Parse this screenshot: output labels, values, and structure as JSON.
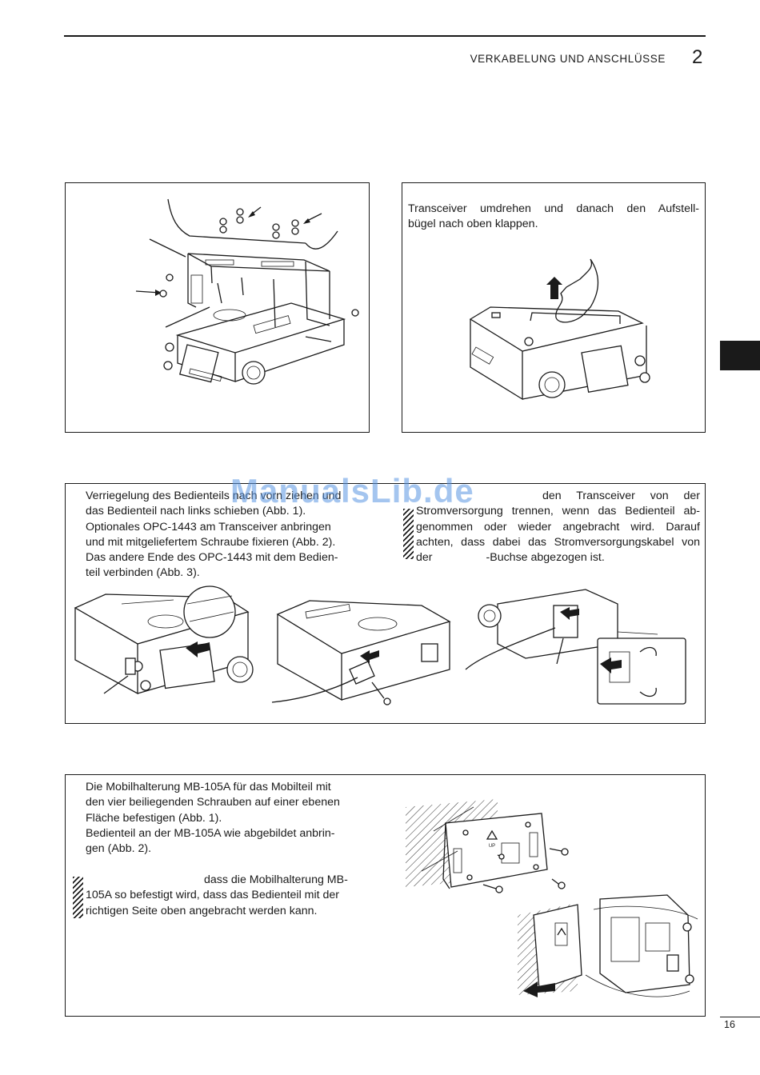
{
  "header": {
    "section_title": "VERKABELUNG UND ANSCHLÜSSE",
    "chapter_number": "2"
  },
  "box_top_right": {
    "lines": [
      "Transceiver umdrehen und danach den Aufstell-",
      "bügel nach oben klappen."
    ]
  },
  "box_middle": {
    "left_lines": [
      "Verriegelung des Bedienteils nach vorn ziehen und",
      "das Bedienteil nach links schieben (Abb. 1).",
      "Optionales OPC-1443 am Transceiver anbringen",
      "und mit mitgeliefertem Schraube fixieren (Abb. 2).",
      "Das andere Ende des OPC-1443 mit dem Bedien-",
      "teil verbinden (Abb. 3)."
    ],
    "right_lines": [
      "den Transceiver von der",
      "Stromversorgung trennen, wenn das Bedienteil ab-",
      "genommen oder wieder angebracht wird. Darauf",
      "achten, dass dabei das Stromversorgungskabel von",
      "der",
      "-Buchse abgezogen ist."
    ]
  },
  "box_bottom": {
    "lines": [
      "Die Mobilhalterung MB-105A für das Mobilteil mit",
      "den vier beiliegenden Schrauben auf einer ebenen",
      "Fläche befestigen (Abb. 1).",
      "Bedienteil an der MB-105A wie abgebildet anbrin-",
      "gen (Abb. 2)."
    ],
    "note_lines": [
      "dass die Mobilhalterung MB-",
      "105A so befestigt wird, dass das Bedienteil mit der",
      "richtigen Seite oben angebracht werden kann."
    ],
    "diagram_labels": {
      "up_label": "UP"
    }
  },
  "watermark": "ManualsLib.de",
  "footer": {
    "page_number": "16"
  }
}
